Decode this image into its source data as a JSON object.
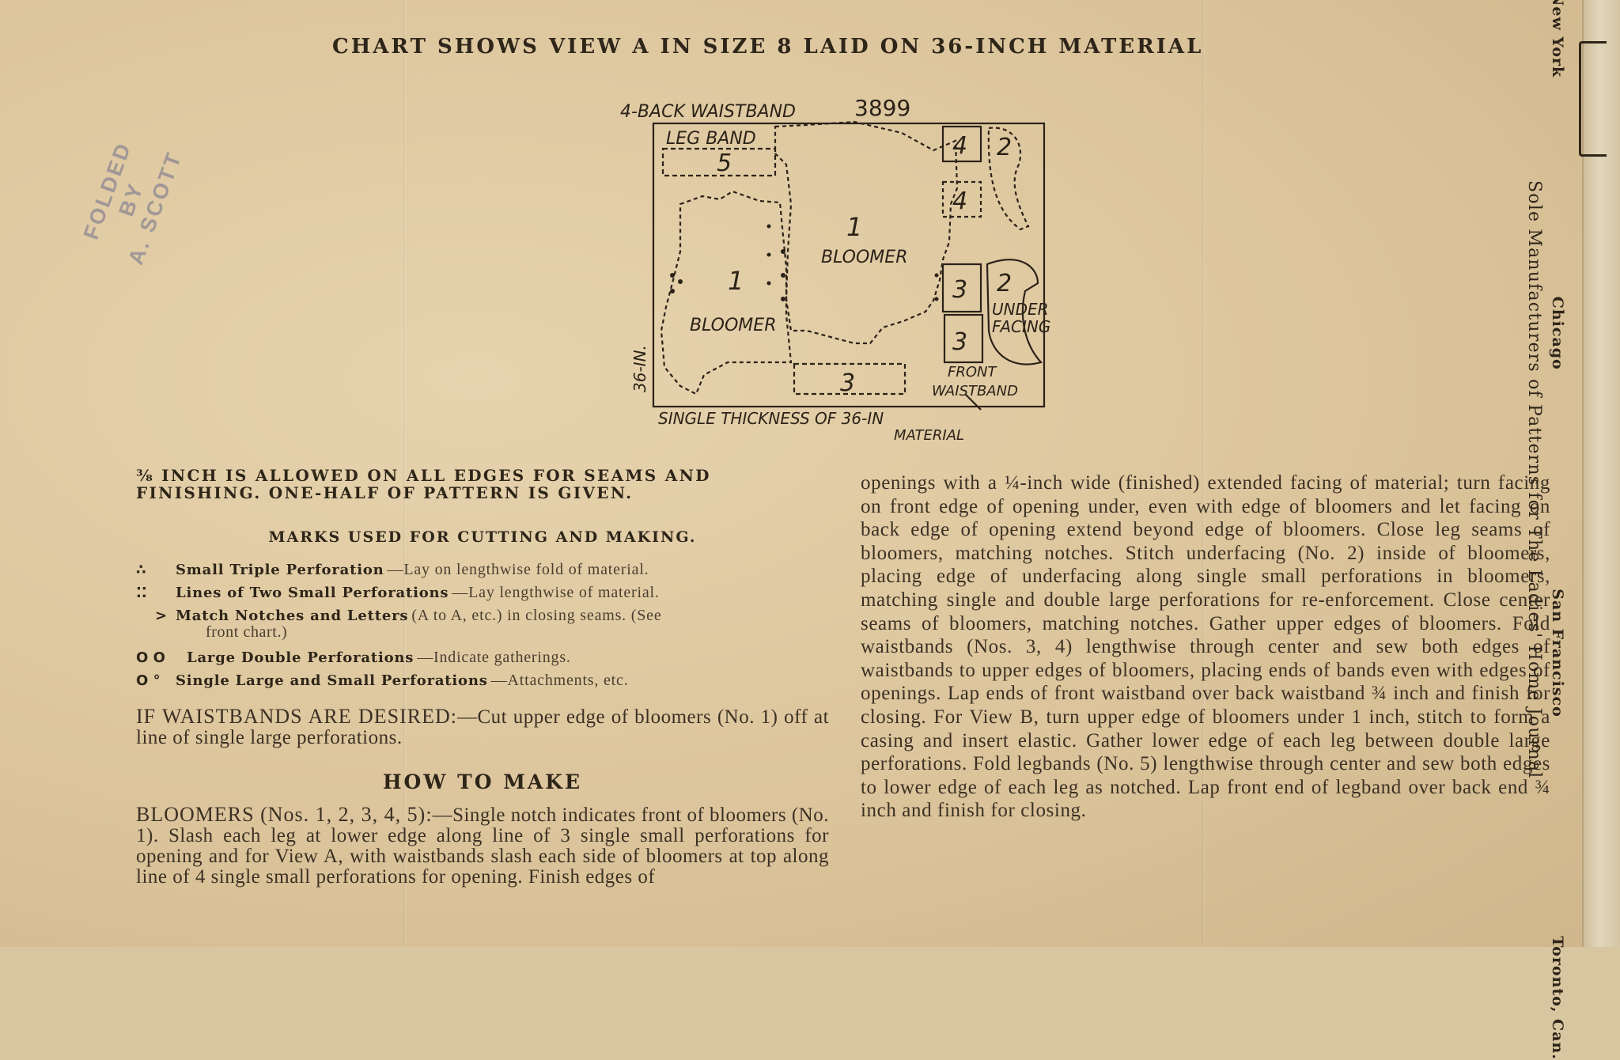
{
  "header": {
    "title": "CHART SHOWS VIEW A IN SIZE 8 LAID ON 36-INCH MATERIAL"
  },
  "chart": {
    "top_label": "4-BACK WAISTBAND",
    "pattern_number": "3899",
    "leg_band_label": "LEG BAND",
    "piece_5": "5",
    "piece_1": "1",
    "bloomer": "BLOOMER",
    "piece_4": "4",
    "piece_2": "2",
    "piece_3": "3",
    "under_facing": [
      "UNDER",
      "FACING"
    ],
    "front_waistband": [
      "FRONT",
      "WAISTBAND"
    ],
    "side_label": "36-IN.",
    "bottom_label": "SINGLE THICKNESS OF 36-IN",
    "bottom_label_2": "MATERIAL"
  },
  "stamp": {
    "line1": "FOLDED BY",
    "line2": "A. SCOTT"
  },
  "left": {
    "allowance": "⅜ INCH IS ALLOWED ON ALL EDGES FOR SEAMS AND FINISHING. ONE-HALF OF PATTERN IS GIVEN.",
    "marks_heading": "MARKS USED FOR CUTTING AND MAKING.",
    "marks": [
      {
        "symbol": "∴",
        "name": "Small Triple Perforation",
        "desc": "—Lay on lengthwise fold of material."
      },
      {
        "symbol": "⁚⁚",
        "name": "Lines of Two Small Perforations",
        "desc": "—Lay lengthwise of material."
      },
      {
        "symbol": ">",
        "name": "Match Notches and Letters",
        "desc": "(A to A, etc.) in closing seams. (See"
      },
      {
        "symbol": "O O",
        "name": "Large Double Perforations",
        "desc": "—Indicate gatherings."
      },
      {
        "symbol": "O °",
        "name": "Single Large and Small Perforations",
        "desc": "—Attachments, etc."
      }
    ],
    "marks_cont": "front chart.)",
    "waistbands_lead": "IF WAISTBANDS ARE DESIRED:",
    "waistbands_text": "—Cut upper edge of bloomers (No. 1) off at line of single large perforations.",
    "how_to_make": "HOW TO MAKE",
    "bloomers_lead": "BLOOMERS (Nos. 1, 2, 3, 4, 5):",
    "bloomers_text": "—Single notch indicates front of bloomers (No. 1). Slash each leg at lower edge along line of 3 single small perforations for opening and for View A, with waistbands slash each side of bloomers at top along line of 4 single small perforations for opening. Finish edges of"
  },
  "right": {
    "text": "openings with a ¼-inch wide (finished) extended facing of material; turn facing on front edge of opening under, even with edge of bloomers and let facing on back edge of opening extend beyond edge of bloomers. Close leg seams of bloomers, matching notches. Stitch underfacing (No. 2) inside of bloomers, placing edge of underfacing along single small perforations in bloomers, matching single and double large perforations for re-enforcement. Close center seams of bloomers, matching notches. Gather upper edges of bloomers. Fold waistbands (Nos. 3, 4) lengthwise through center and sew both edges of waistbands to upper edges of bloomers, placing ends of bands even with edges of openings. Lap ends of front waistband over back waistband ¾ inch and finish for closing. For View B, turn upper edge of bloomers under 1 inch, stitch to form a casing and insert elastic. Gather lower edge of each leg between double large perforations. Fold legbands (No. 5) lengthwise through center and sew both edges to lower edge of each leg as notched. Lap front end of legband over back end ¾ inch and finish for closing."
  },
  "side": {
    "publisher": "Sole Manufacturers of Patterns for The Ladies' Home Journal",
    "cities": [
      "New York",
      "Chicago",
      "San Francisco",
      "Toronto, Can."
    ]
  }
}
